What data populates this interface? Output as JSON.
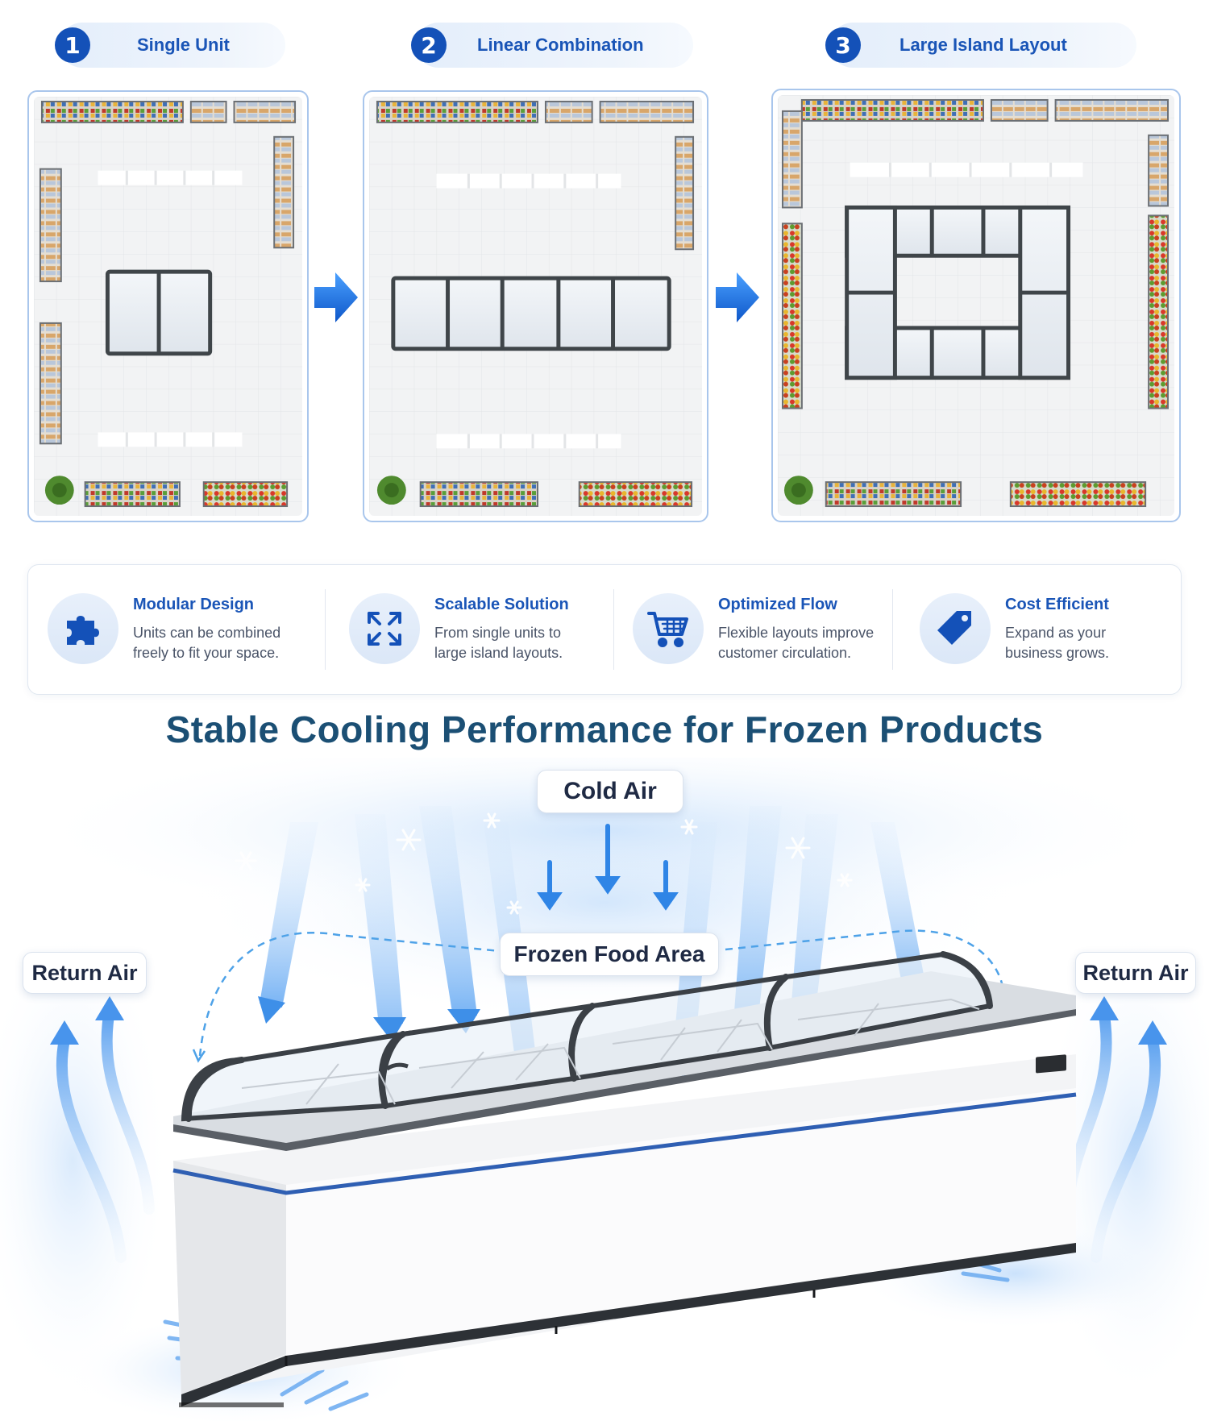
{
  "steps": [
    {
      "number": "1",
      "label": "Single Unit"
    },
    {
      "number": "2",
      "label": "Linear Combination"
    },
    {
      "number": "3",
      "label": "Large Island Layout"
    }
  ],
  "features": [
    {
      "icon": "puzzle-icon",
      "title": "Modular Design",
      "desc": "Units can be combined freely to fit your space."
    },
    {
      "icon": "expand-arrows-icon",
      "title": "Scalable Solution",
      "desc": "From single units to large island layouts."
    },
    {
      "icon": "shopping-cart-icon",
      "title": "Optimized Flow",
      "desc": "Flexible layouts improve customer circulation."
    },
    {
      "icon": "price-tag-icon",
      "title": "Cost Efficient",
      "desc": "Expand as your business grows."
    }
  ],
  "cooling": {
    "title": "Stable Cooling Performance for Frozen Products",
    "cold_air": "Cold Air",
    "frozen_area": "Frozen Food Area",
    "return_air_left": "Return Air",
    "return_air_right": "Return Air"
  },
  "colors": {
    "accent": "#1451b8",
    "title": "#1b4f74",
    "airflow": "#6aaaf0"
  }
}
